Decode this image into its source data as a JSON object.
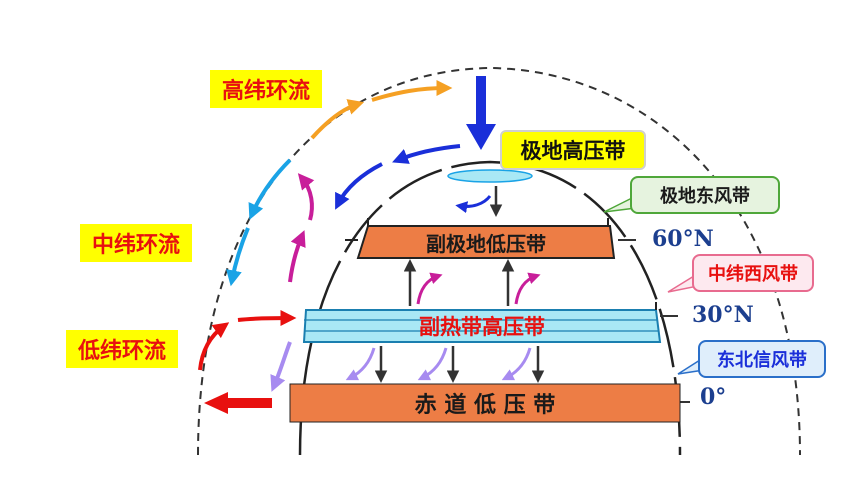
{
  "circulations": {
    "high": "高纬环流",
    "mid": "中纬环流",
    "low": "低纬环流"
  },
  "pressure_belts": {
    "polar_high": "极地高压带",
    "subpolar_low": "副极地低压带",
    "subtropical_high": "副热带高压带",
    "equatorial_low": "赤 道 低 压 带"
  },
  "wind_belts": {
    "polar_easterlies": "极地东风带",
    "westerlies": "中纬西风带",
    "ne_trades": "东北信风带"
  },
  "latitudes": {
    "lat60": "60°N",
    "lat30": "30°N",
    "lat0": "0°"
  },
  "colors": {
    "high_cell": "#f5a023",
    "mid_cell": "#1aa3e6",
    "mid_cell_inner": "#c81e9a",
    "polar_arrow": "#1a2fd9",
    "low_cell": "#e8100f",
    "low_cell_inner": "#a78bf0",
    "belt_orange": "#ed7d45",
    "belt_cyan": "#a9e8f5",
    "label_red": "#e8100f",
    "label_yellow": "#ffff00"
  }
}
